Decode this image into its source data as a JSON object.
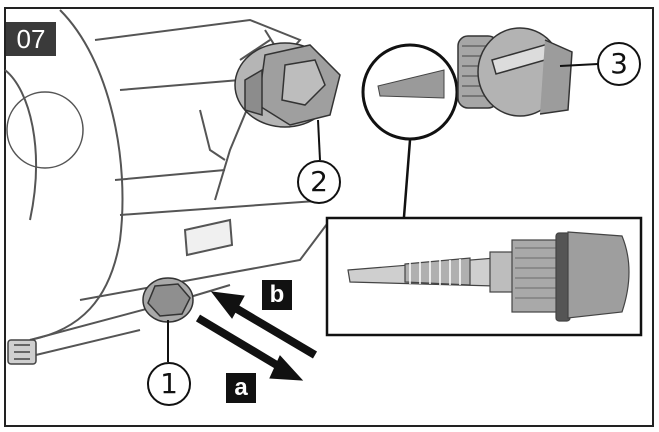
{
  "step_label": "07",
  "callouts": [
    "1",
    "2",
    "3"
  ],
  "arrows": {
    "a": "a",
    "b": "b"
  },
  "icons": [
    "drain-plug-icon",
    "filler-cap-icon",
    "dipstick-icon",
    "direction-arrow-icon"
  ]
}
